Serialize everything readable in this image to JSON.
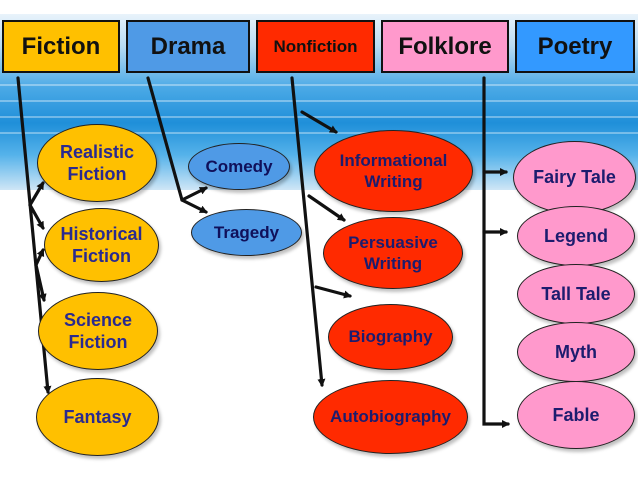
{
  "headers": {
    "fiction": "Fiction",
    "drama": "Drama",
    "nonfiction": "Nonfiction",
    "folklore": "Folklore",
    "poetry": "Poetry"
  },
  "fiction": {
    "realistic": "Realistic\nFiction",
    "historical": "Historical\nFiction",
    "science": "Science\nFiction",
    "fantasy": "Fantasy"
  },
  "drama": {
    "comedy": "Comedy",
    "tragedy": "Tragedy"
  },
  "nonfiction": {
    "informational": "Informational\nWriting",
    "persuasive": "Persuasive\nWriting",
    "biography": "Biography",
    "autobiography": "Autobiography"
  },
  "folklore": {
    "fairy_tale": "Fairy Tale",
    "legend": "Legend",
    "tall_tale": "Tall Tale",
    "myth": "Myth",
    "fable": "Fable"
  },
  "colors": {
    "fiction": "#ffc000",
    "drama": "#4f9ae6",
    "nonfiction": "#ff2a00",
    "folklore": "#ff99cc",
    "poetry": "#3399ff",
    "text": "#1c1c6e"
  }
}
